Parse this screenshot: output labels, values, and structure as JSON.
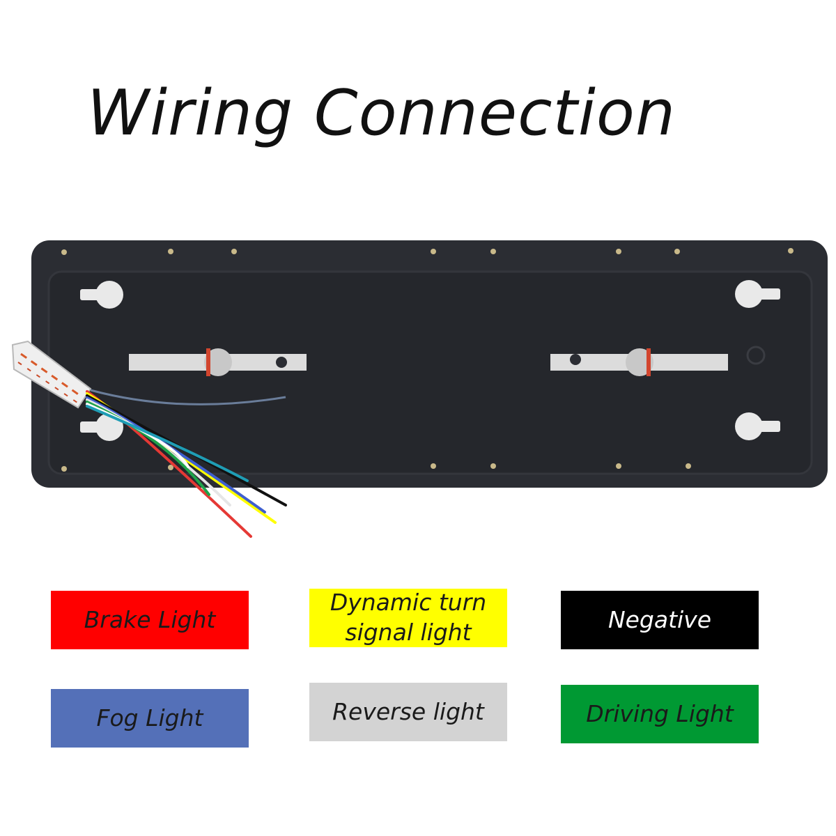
{
  "title": "Wiring Connection",
  "legend": [
    {
      "label_lines": [
        "Brake Light"
      ],
      "color": "#ff0000",
      "text_color": "#1a1a1a"
    },
    {
      "label_lines": [
        "Dynamic turn",
        "signal light"
      ],
      "color": "#ffff00",
      "text_color": "#1a1a1a"
    },
    {
      "label_lines": [
        "Negative"
      ],
      "color": "#000000",
      "text_color": "#ffffff"
    },
    {
      "label_lines": [
        "Fog Light"
      ],
      "color": "#5470b8",
      "text_color": "#1a1a1a"
    },
    {
      "label_lines": [
        "Reverse light"
      ],
      "color": "#d3d3d3",
      "text_color": "#1a1a1a"
    },
    {
      "label_lines": [
        "Driving Light"
      ],
      "color": "#009933",
      "text_color": "#1a1a1a"
    }
  ],
  "wire_colors": [
    "#e53935",
    "#ffff00",
    "#111111",
    "#3f5fcf",
    "#e6e6e6",
    "#1fa34a",
    "#ffffff",
    "#1f9db5"
  ]
}
